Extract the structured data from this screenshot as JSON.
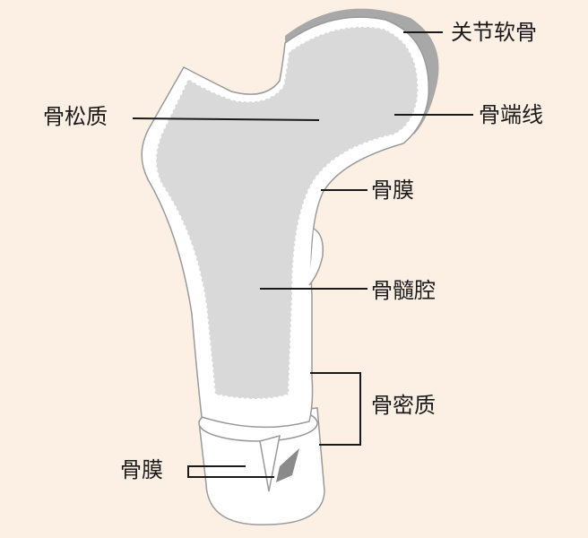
{
  "labels": {
    "articular_cartilage": "关节软骨",
    "spongy_bone": "骨松质",
    "epiphyseal_line": "骨端线",
    "periosteum_upper": "骨膜",
    "medullary_cavity": "骨髓腔",
    "compact_bone": "骨密质",
    "periosteum_lower": "骨膜"
  },
  "colors": {
    "background": "#fcefe3",
    "bone_white": "#ffffff",
    "spongy_gray": "#d9d9d9",
    "cartilage_gray": "#a8a8a8",
    "line": "#1a1a1a"
  }
}
